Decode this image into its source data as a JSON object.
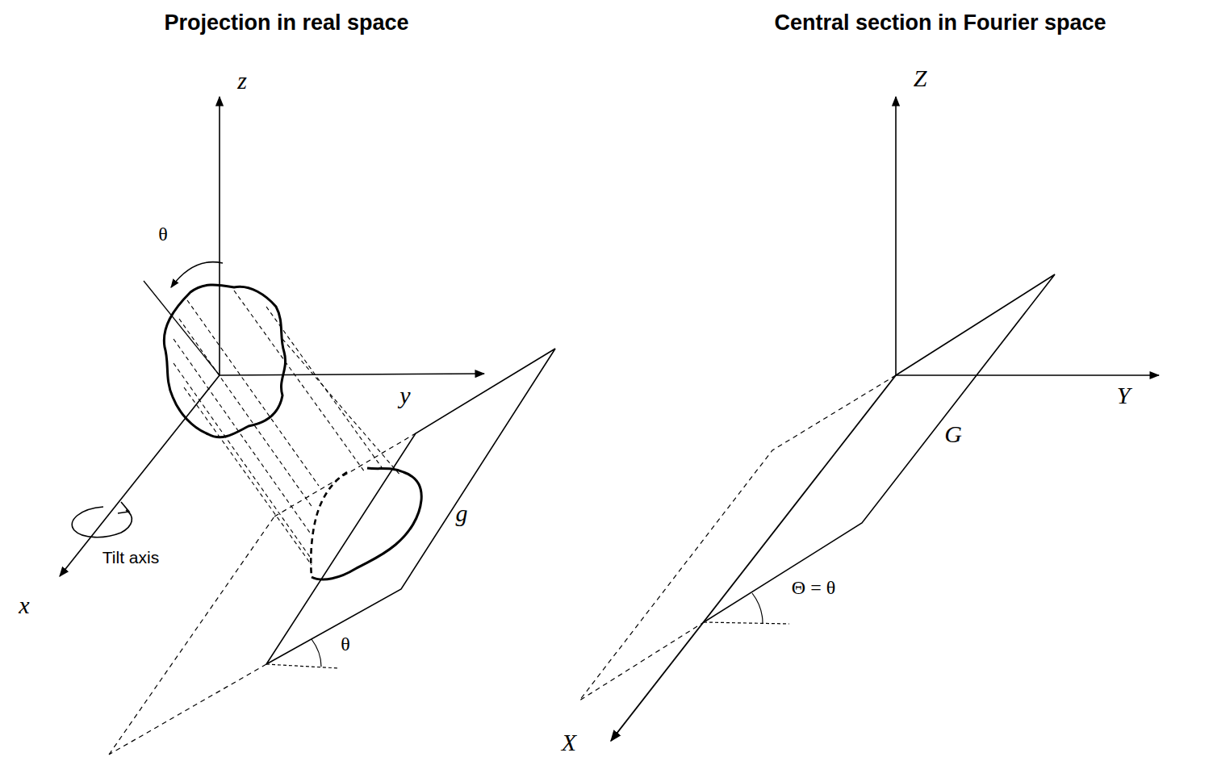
{
  "diagram": {
    "labels": [
      "Projection in real space",
      "Central section in Fourier space",
      "z",
      "θ",
      "y",
      "g",
      "Tilt axis",
      "x",
      "θ",
      "Z",
      "Y",
      "G",
      "Θ = θ",
      "X"
    ]
  }
}
